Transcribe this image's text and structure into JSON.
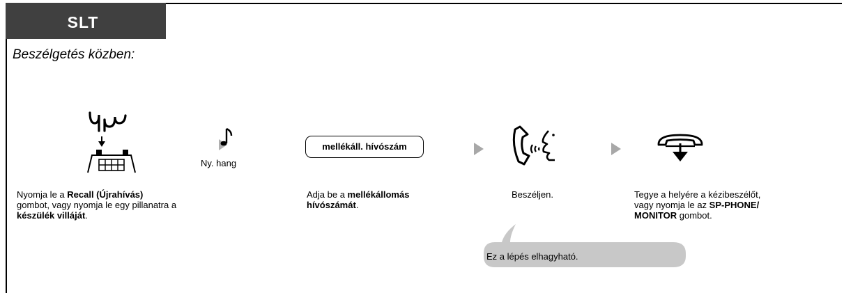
{
  "header": {
    "title": "SLT"
  },
  "subtitle": "Beszélgetés közben:",
  "tone": {
    "label": "Ny. hang"
  },
  "input": {
    "label": "mellékáll. hívószám"
  },
  "steps": {
    "recall": {
      "t1": "Nyomja le a ",
      "b1": "Recall (Újrahívás)",
      "t2": "gombot, vagy nyomja le egy pillanatra a",
      "b2": "készülék villáját",
      "t3": "."
    },
    "enter": {
      "t1": "Adja be a ",
      "b1": "mellékállomás",
      "b2": "hívószámát",
      "t2": "."
    },
    "talk": {
      "t1": "Beszéljen."
    },
    "hangup": {
      "t1": "Tegye a helyére a kézibeszélőt,",
      "t2": "vagy nyomja le az ",
      "b1": "SP-PHONE/",
      "b2": "MONITOR",
      "t3": " gombot."
    }
  },
  "callout": {
    "text": "Ez a lépés elhagyható."
  },
  "colors": {
    "header_bg": "#404040",
    "arrow": "#a8a8a8",
    "callout_bg": "#c8c8c8",
    "tone_arrow": "#b0b0b0"
  }
}
